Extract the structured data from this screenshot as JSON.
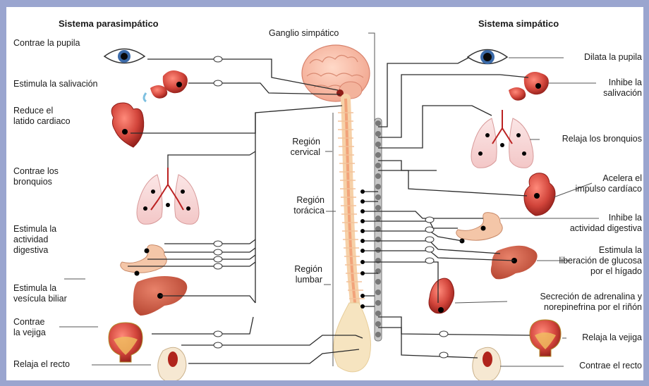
{
  "headers": {
    "parasympathetic": "Sistema parasimpático",
    "sympathetic": "Sistema simpático",
    "ganglion": "Ganglio simpático"
  },
  "regions": {
    "cervical": [
      "Región",
      "cervical"
    ],
    "thoracic": [
      "Región",
      "torácica"
    ],
    "lumbar": [
      "Región",
      "lumbar"
    ]
  },
  "parasympathetic_labels": [
    [
      "Contrae la pupila"
    ],
    [
      "Estimula la salivación"
    ],
    [
      "Reduce el",
      "latido cardiaco"
    ],
    [
      "Contrae los",
      "bronquios"
    ],
    [
      "Estimula la",
      "actividad",
      "digestiva"
    ],
    [
      "Estimula la",
      "vesícula biliar"
    ],
    [
      "Contrae",
      "la vejiga"
    ],
    [
      "Relaja el recto"
    ]
  ],
  "sympathetic_labels": [
    [
      "Dilata la pupila"
    ],
    [
      "Inhibe la",
      "salivación"
    ],
    [
      "Relaja los bronquios"
    ],
    [
      "Acelera el",
      "impulso cardíaco"
    ],
    [
      "Inhibe la",
      "actividad digestiva"
    ],
    [
      "Estimula la",
      "liberación de glucosa",
      "por el hígado"
    ],
    [
      "Secreción de adrenalina y",
      "norepinefrina por el riñón"
    ],
    [
      "Relaja la vejiga"
    ],
    [
      "Contrae el recto"
    ]
  ],
  "colors": {
    "frame": "#9aa5cf",
    "organ": "#d2453b",
    "organ_dark": "#8e1d18",
    "nerve": "#2a2a2a",
    "spine": "#f2a37a",
    "vertebra": "#f1d8a8",
    "ganglion_chain": "#8f8f8f"
  }
}
